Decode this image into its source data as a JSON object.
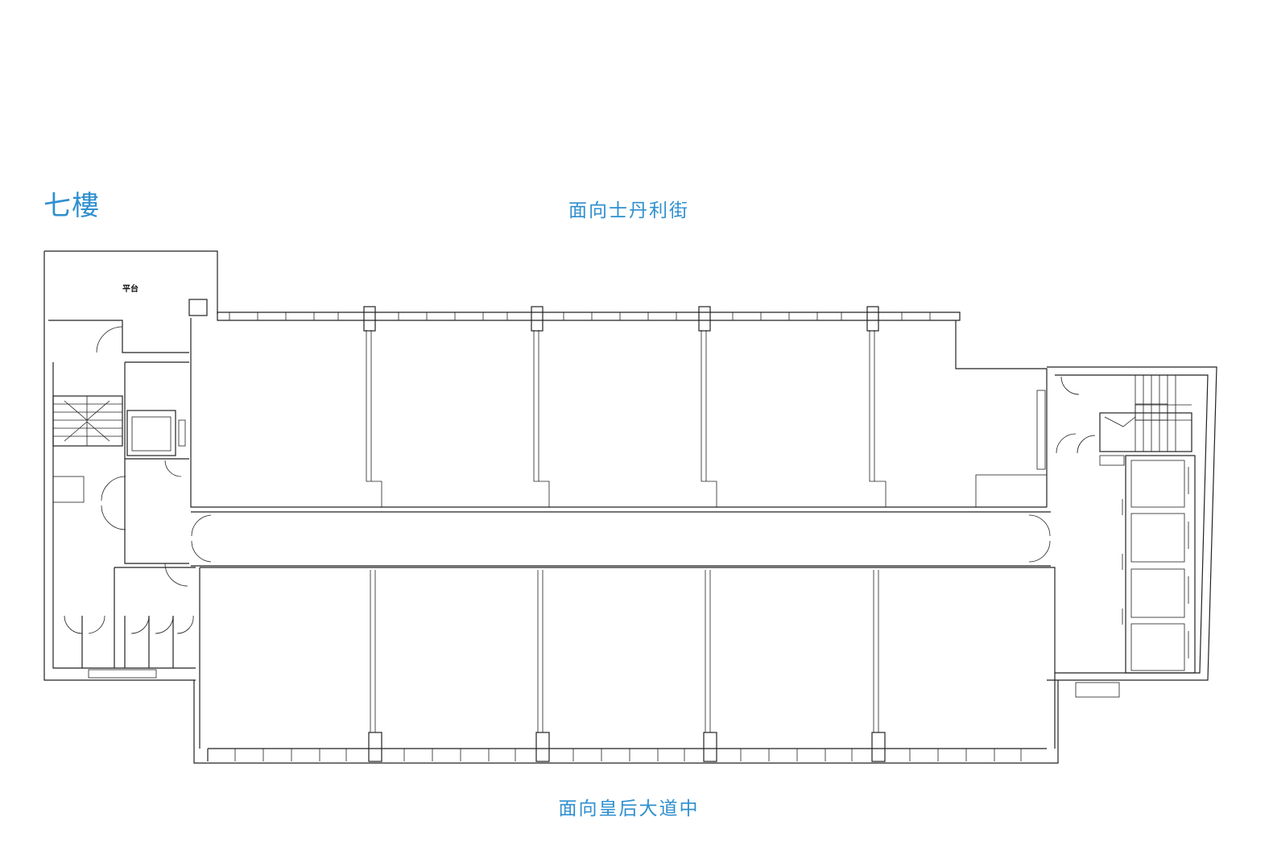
{
  "floor_title": "七樓",
  "street_top": "面向士丹利街",
  "street_bottom": "面向皇后大道中",
  "room_label": "平台"
}
